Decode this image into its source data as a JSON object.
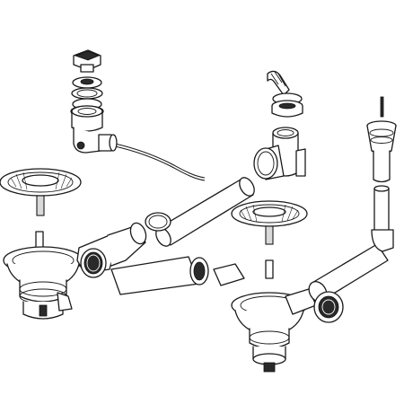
{
  "diagram": {
    "background": "#ffffff",
    "line_color": "#1a1a1a",
    "components": [
      "overflow-knob",
      "overflow-assembly",
      "bowden-cable",
      "overflow-elbow",
      "overflow-tee-fitting",
      "left-strainer-basket",
      "left-waste-outlet",
      "left-tailpiece",
      "connecting-pipe",
      "right-strainer-basket",
      "right-waste-outlet",
      "right-tailpiece",
      "dishwasher-standpipe",
      "bottle-trap",
      "trap-connector-pipe"
    ]
  }
}
